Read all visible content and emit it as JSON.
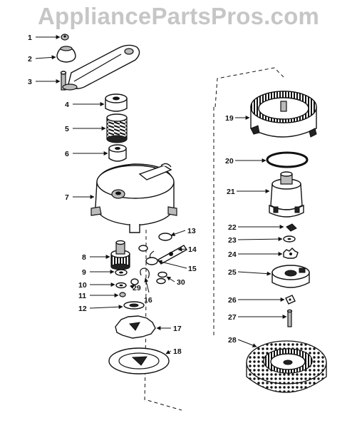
{
  "watermark": "AppliancePartsPros.com",
  "parts": {
    "p1": "1",
    "p2": "2",
    "p3": "3",
    "p4": "4",
    "p5": "5",
    "p6": "6",
    "p7": "7",
    "p8": "8",
    "p9": "9",
    "p10": "10",
    "p11": "11",
    "p12": "12",
    "p13": "13",
    "p14": "14",
    "p15": "15",
    "p16": "16",
    "p17": "17",
    "p18": "18",
    "p19": "19",
    "p20": "20",
    "p21": "21",
    "p22": "22",
    "p23": "23",
    "p24": "24",
    "p25": "25",
    "p26": "26",
    "p27": "27",
    "p28": "28",
    "p29": "29",
    "p30": "30"
  }
}
